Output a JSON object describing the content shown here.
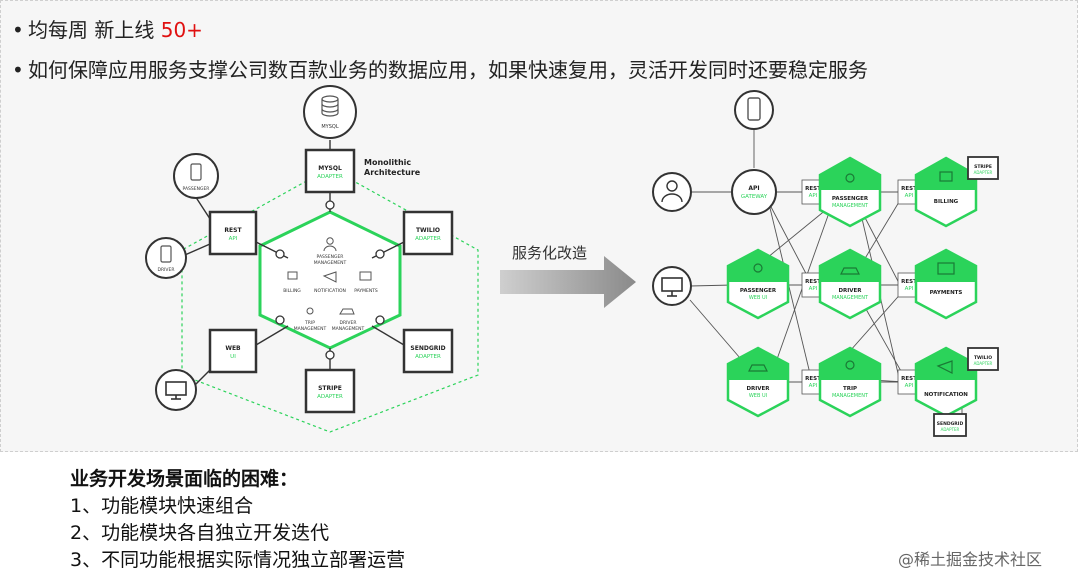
{
  "bullets": {
    "b1_prefix": "均每周  新上线 ",
    "b1_highlight": "50+",
    "b2": "如何保障应用服务支撑公司数百款业务的数据应用，如果快速复用，灵活开发同时还要稳定服务",
    "dot": "•"
  },
  "arrow_label": "服务化改造",
  "left_diagram": {
    "mysql_label": "MYSQL",
    "title_line1": "Monolithic",
    "title_line2": "Architecture",
    "mysql_adapter": [
      "MYSQL",
      "ADAPTER"
    ],
    "twilio_adapter": [
      "TWILIO",
      "ADAPTER"
    ],
    "sendgrid_adapter": [
      "SENDGRID",
      "ADAPTER"
    ],
    "stripe_adapter": [
      "STRIPE",
      "ADAPTER"
    ],
    "rest_api": [
      "REST",
      "API"
    ],
    "web_ui": [
      "WEB",
      "UI"
    ],
    "passenger_label": "PASSENGER",
    "driver_label": "DRIVER",
    "inner": {
      "passenger_mgmt": [
        "PASSENGER",
        "MANAGEMENT"
      ],
      "billing": "BILLING",
      "notification": "NOTIFICATION",
      "payments": "PAYMENTS",
      "trip_mgmt": [
        "TRIP",
        "MANAGEMENT"
      ],
      "driver_mgmt": [
        "DRIVER",
        "MANAGEMENT"
      ]
    }
  },
  "right_diagram": {
    "api_gateway": [
      "API",
      "GATEWAY"
    ],
    "passenger_mgmt": [
      "PASSENGER",
      "MANAGEMENT"
    ],
    "passenger_web_ui": [
      "PASSENGER",
      "WEB UI"
    ],
    "driver_mgmt": [
      "DRIVER",
      "MANAGEMENT"
    ],
    "driver_web_ui": [
      "DRIVER",
      "WEB UI"
    ],
    "trip_mgmt": [
      "TRIP",
      "MANAGEMENT"
    ],
    "billing": "BILLING",
    "payments": "PAYMENTS",
    "notification": "NOTIFICATION",
    "rest_api": [
      "REST",
      "API"
    ],
    "stripe_adapter": [
      "STRIPE",
      "ADAPTER"
    ],
    "twilio_adapter": [
      "TWILIO",
      "ADAPTER"
    ],
    "sendgrid_adapter": [
      "SENDGRID",
      "ADAPTER"
    ]
  },
  "bottom": {
    "title": "业务开发场景面临的困难：",
    "items": [
      "1、功能模块快速组合",
      "2、功能模块各自独立开发迭代",
      "3、不同功能根据实际情况独立部署运营"
    ]
  },
  "watermark": "@稀土掘金技术社区",
  "colors": {
    "accent": "#2bd35a",
    "highlight": "#e01010",
    "dark": "#333333"
  }
}
